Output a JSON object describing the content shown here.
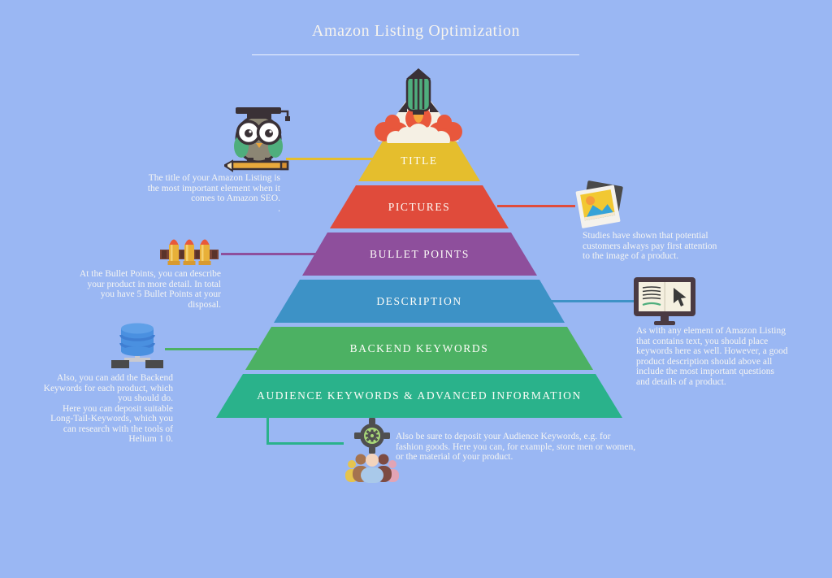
{
  "title": "Amazon Listing Optimization",
  "colors": {
    "background": "#9ab7f3",
    "title_text": "#f7f4ee"
  },
  "pyramid": {
    "levels": [
      {
        "label": "TITLE",
        "color": "#e5be2d"
      },
      {
        "label": "PICTURES",
        "color": "#e04b3b"
      },
      {
        "label": "BULLET POINTS",
        "color": "#8e4f9c"
      },
      {
        "label": "DESCRIPTION",
        "color": "#3d92c6"
      },
      {
        "label": "BACKEND KEYWORDS",
        "color": "#4cb163"
      },
      {
        "label": "AUDIENCE KEYWORDS & ADVANCED INFORMATION",
        "color": "#2ab28b"
      }
    ]
  },
  "notes": {
    "title_note": "The title of your Amazon Listing is\nthe most important element when it\ncomes to Amazon SEO.\n.",
    "pictures_note": "Studies have shown that potential\ncustomers always pay first attention\nto the image of a product.",
    "bullets_note": "At the Bullet Points, you can describe\nyour product in more detail. In total\nyou have 5 Bullet Points at your\ndisposal.",
    "description_note": "As with any element of Amazon Listing\nthat contains text, you should place\nkeywords here as well. However, a good\nproduct description should above all\ninclude the most important questions\nand details of a product.",
    "backend_note": "Also, you can add the Backend\nKeywords for each product, which\nyou should do.\nHere you can deposit suitable\nLong-Tail-Keywords, which you\ncan research with the tools of\nHelium 1 0.",
    "audience_note": "Also be sure to deposit your Audience Keywords, e.g. for\nfashion goods. Here you can, for example, store men or women,\nor the material of your product."
  },
  "icons": {
    "title_icon": "owl-graduate-on-pencil-icon",
    "apex_icon": "rocket-launch-icon",
    "pictures_icon": "photo-stack-icon",
    "bullets_icon": "ammo-bullets-icon",
    "description_icon": "monitor-book-cursor-icon",
    "backend_icon": "database-network-icon",
    "audience_icon": "target-gear-audience-icon"
  }
}
